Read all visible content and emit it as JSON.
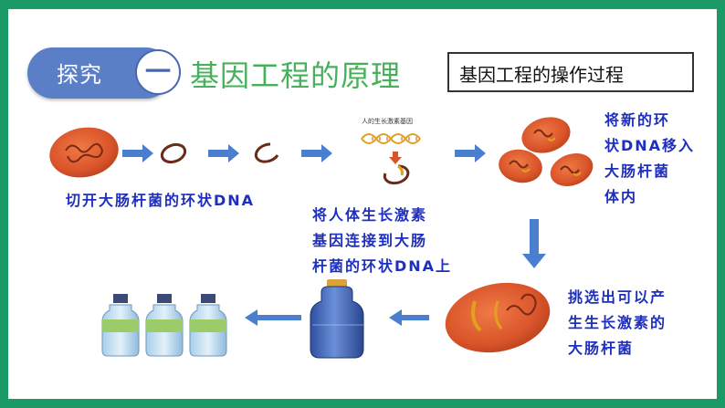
{
  "header": {
    "section_label": "探究",
    "section_number": "一",
    "title": "基因工程的原理",
    "process_title": "基因工程的操作过程"
  },
  "steps": {
    "cut_plasmid": "切开大肠杆菌的环状DNA",
    "connect_gene": [
      "将人体生长激素",
      "基因连接到大肠",
      "杆菌的环状DNA上"
    ],
    "gene_label": "人的生长激素基因",
    "transfer": [
      "将新的环",
      "状DNA移入",
      "大肠杆菌",
      "体内"
    ],
    "select": [
      "挑选出可以产",
      "生生长激素的",
      "大肠杆菌"
    ]
  },
  "colors": {
    "frame": "#1b9a66",
    "pill": "#5b7fc7",
    "title_green": "#46b05a",
    "caption_blue": "#1e2fbf",
    "arrow_blue": "#4a7fd0",
    "bacterium": "#d9542a"
  },
  "icons": [
    "bacterium-icon",
    "plasmid-ring-icon",
    "dna-helix-icon",
    "bottle-icon",
    "arrow-icon"
  ]
}
